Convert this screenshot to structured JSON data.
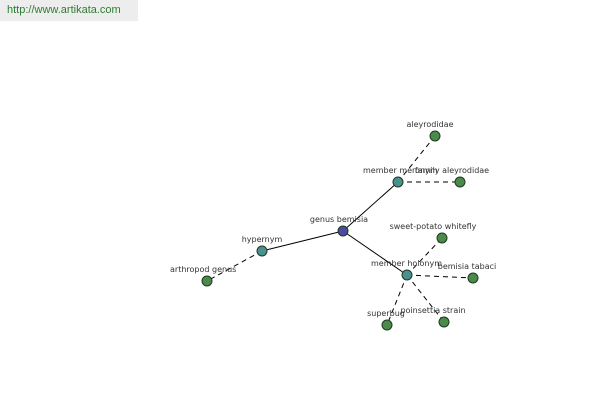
{
  "header": {
    "site_link": "http://www.artikata.com"
  },
  "colors": {
    "center_node": "#4a4a9e",
    "relation_node": "#4a9090",
    "leaf_node": "#4a8a4a",
    "link_text": "#2e7d32"
  },
  "graph": {
    "center": {
      "label": "genus bemisia"
    },
    "relations": {
      "hypernym": {
        "label": "hypernym"
      },
      "member_meronym": {
        "label": "member meronym"
      },
      "member_holonym": {
        "label": "member holonym"
      }
    },
    "leaves": {
      "arthropod_genus": {
        "label": "arthropod genus"
      },
      "aleyrodidae": {
        "label": "aleyrodidae"
      },
      "family_aleyrodidae": {
        "label": "family aleyrodidae"
      },
      "sweet_potato_whitefly": {
        "label": "sweet-potato whitefly"
      },
      "bemisia_tabaci": {
        "label": "bemisia tabaci"
      },
      "poinsettia_strain": {
        "label": "poinsettia strain"
      },
      "superbug": {
        "label": "superbug"
      }
    }
  }
}
